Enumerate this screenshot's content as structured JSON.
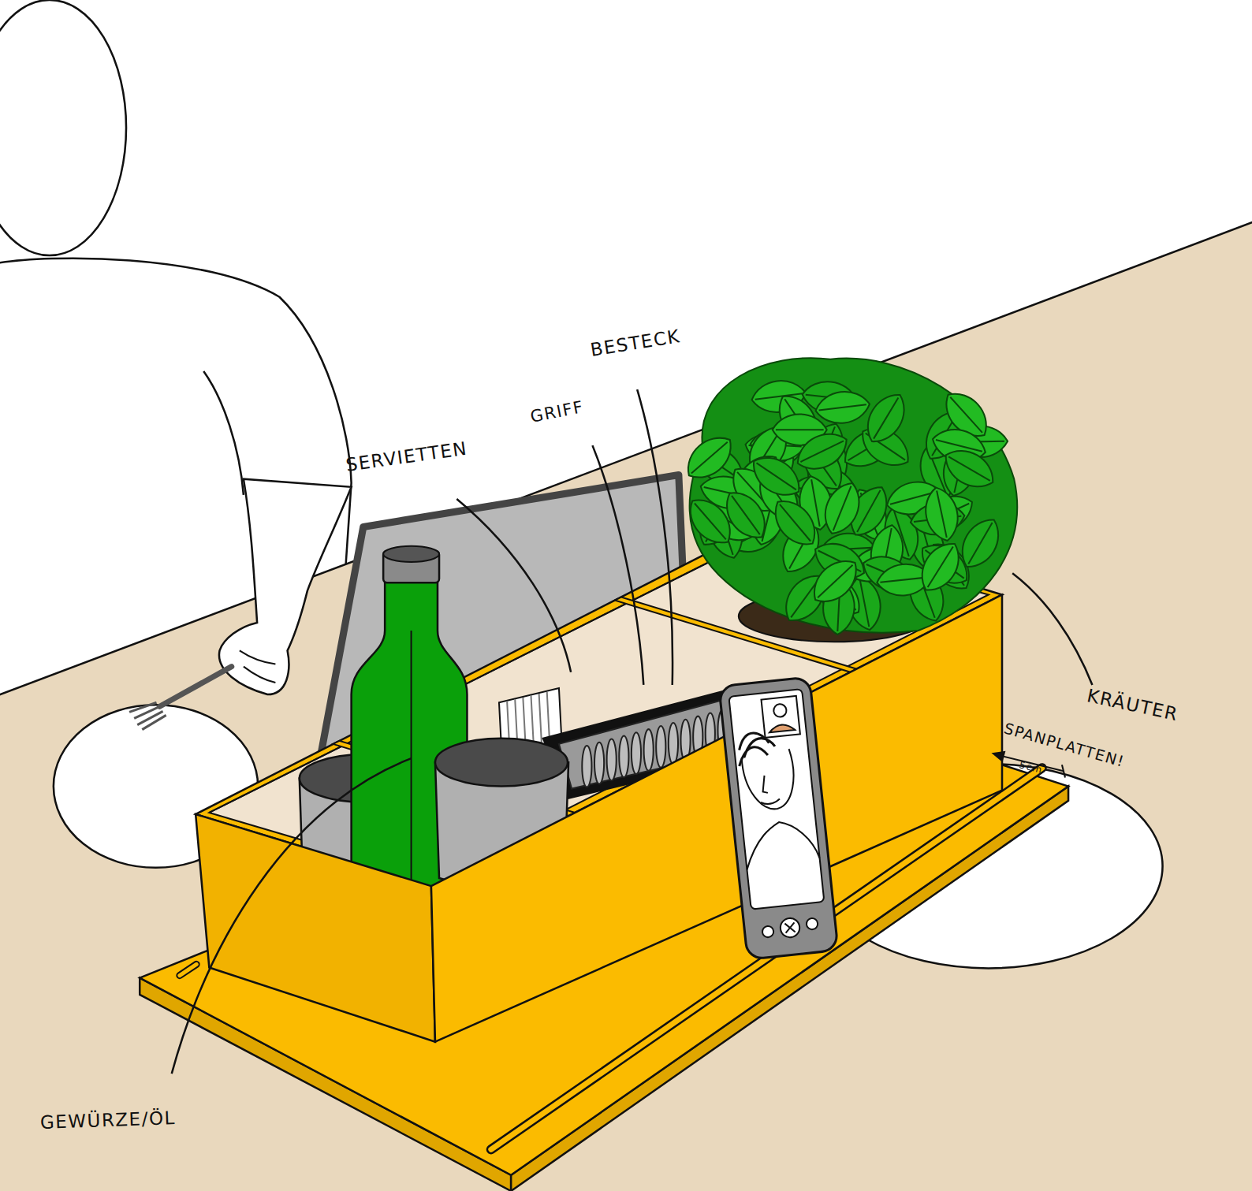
{
  "diagram": {
    "labels": [
      "BESTECK",
      "GRIFF",
      "SERVIETTEN",
      "KRÄUTER",
      "SPANPLATTEN!",
      "5cm",
      "GEWÜRZE/ÖL"
    ]
  }
}
